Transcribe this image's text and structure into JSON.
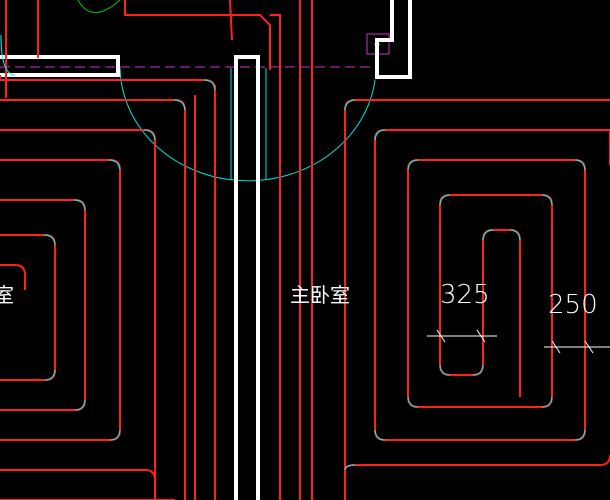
{
  "drawing": {
    "room_label": "主卧室",
    "partial_room_label": "室",
    "dimensions": [
      {
        "id": "pipe-spacing-a",
        "value": "325"
      },
      {
        "id": "pipe-spacing-b",
        "value": "250"
      }
    ],
    "colors": {
      "background": "#000000",
      "heating_pipe": "#ff2020",
      "pipe_bend": "#00ffff",
      "wall": "#ffffff",
      "door_arc": "#00e0e0",
      "guide_line": "#cc33cc",
      "green_arc": "#00cc00",
      "dim_line": "#ffffff"
    }
  }
}
